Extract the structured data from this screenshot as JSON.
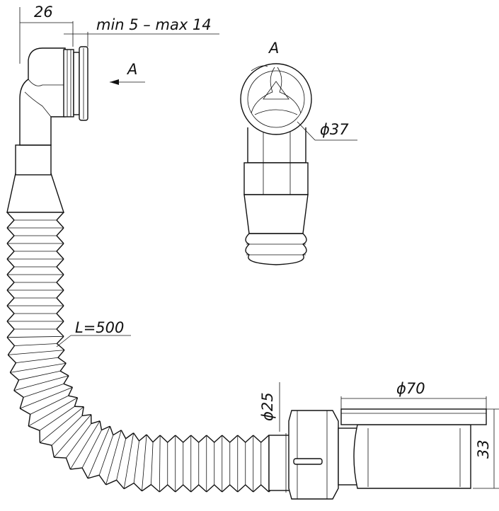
{
  "dimensions": {
    "overflow_width": "26",
    "clamp_range": "min 5 – max 14",
    "view_arrow": "A",
    "view_title": "A",
    "overflow_diameter": "ϕ37",
    "hose_length": "L=500",
    "hose_diameter": "ϕ25",
    "trap_diameter": "ϕ70",
    "trap_height": "33"
  }
}
